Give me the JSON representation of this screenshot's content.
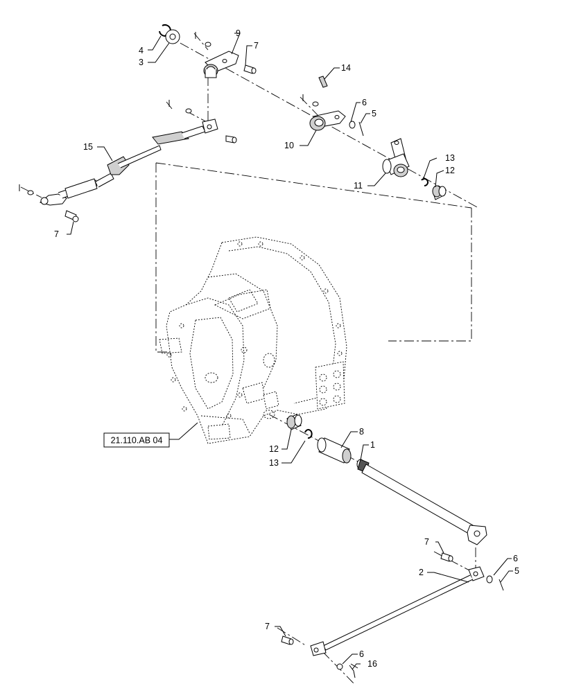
{
  "reference_box": {
    "label": "21.110.AB 04"
  },
  "callouts": {
    "c1": "1",
    "c2": "2",
    "c3": "3",
    "c4": "4",
    "c5a": "5",
    "c5b": "5",
    "c6a": "6",
    "c6b": "6",
    "c6c": "6",
    "c7a": "7",
    "c7b": "7",
    "c7c": "7",
    "c7d": "7",
    "c8": "8",
    "c9": "9",
    "c10": "10",
    "c11": "11",
    "c12a": "12",
    "c12b": "12",
    "c13a": "13",
    "c13b": "13",
    "c14": "14",
    "c15": "15",
    "c16": "16"
  }
}
